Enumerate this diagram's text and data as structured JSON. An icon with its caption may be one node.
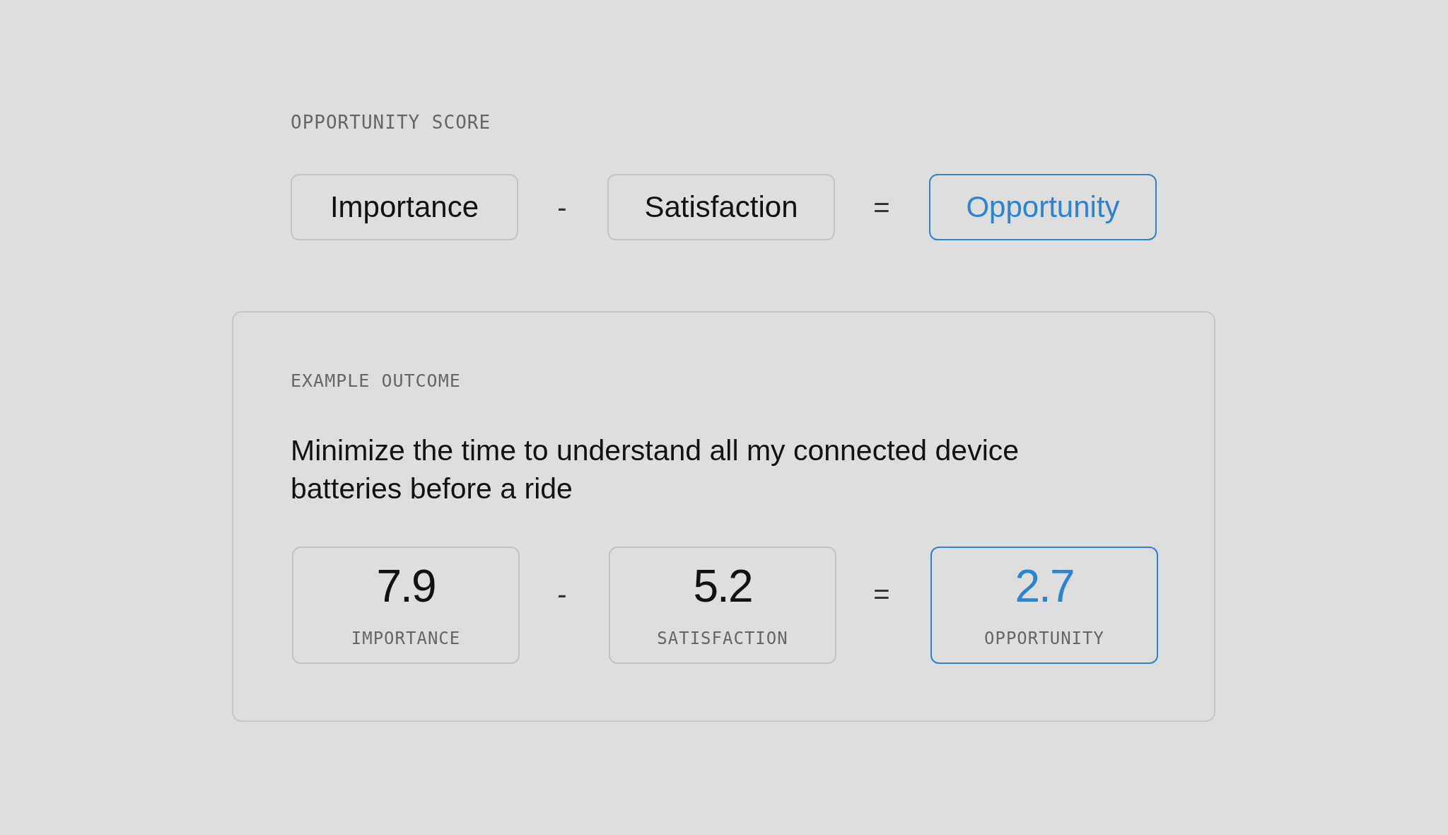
{
  "diagram": {
    "title": "OPPORTUNITY SCORE",
    "nodes": [
      {
        "text": [
          "Importance"
        ]
      },
      {
        "text": [
          "Satisfaction"
        ]
      },
      {
        "text": [
          "Opportunity"
        ]
      },
      {
        "text": [
          "EXAMPLE OUTCOME",
          "Minimize the time to understand all my connected device batteries before a ride"
        ]
      },
      {
        "text": [
          "7.9",
          "IMPORTANCE"
        ],
        "in": 3
      },
      {
        "text": [
          "5.2",
          "SATISFACTION"
        ],
        "in": 3
      },
      {
        "text": [
          "2.7",
          "OPPORTUNITY"
        ],
        "in": 3
      }
    ],
    "labels": [
      "-",
      "=",
      "-",
      "="
    ]
  }
}
